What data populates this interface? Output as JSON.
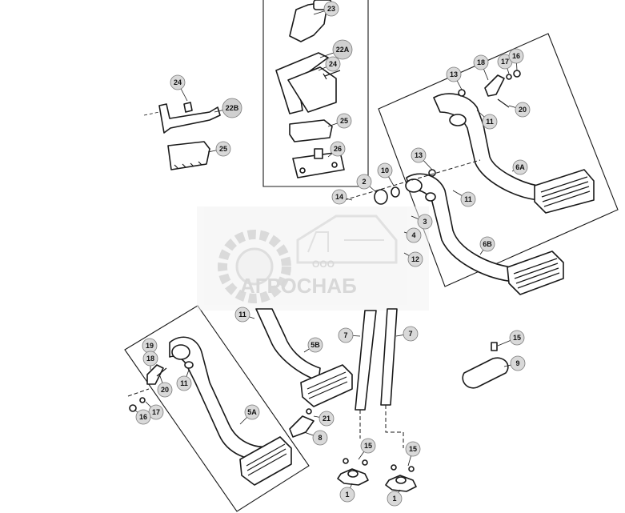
{
  "watermark": {
    "company_type": "ООО",
    "company_name": "АГРОСНАБ"
  },
  "callouts": [
    {
      "label": "23"
    },
    {
      "label": "22A"
    },
    {
      "label": "24"
    },
    {
      "label": "25"
    },
    {
      "label": "26"
    },
    {
      "label": "24"
    },
    {
      "label": "22B"
    },
    {
      "label": "25"
    },
    {
      "label": "13"
    },
    {
      "label": "18"
    },
    {
      "label": "17"
    },
    {
      "label": "16"
    },
    {
      "label": "11"
    },
    {
      "label": "20"
    },
    {
      "label": "6A"
    },
    {
      "label": "13"
    },
    {
      "label": "10"
    },
    {
      "label": "2"
    },
    {
      "label": "14"
    },
    {
      "label": "11"
    },
    {
      "label": "3"
    },
    {
      "label": "4"
    },
    {
      "label": "12"
    },
    {
      "label": "6B"
    },
    {
      "label": "11"
    },
    {
      "label": "5B"
    },
    {
      "label": "7"
    },
    {
      "label": "7"
    },
    {
      "label": "15"
    },
    {
      "label": "9"
    },
    {
      "label": "19"
    },
    {
      "label": "20"
    },
    {
      "label": "11"
    },
    {
      "label": "18"
    },
    {
      "label": "17"
    },
    {
      "label": "16"
    },
    {
      "label": "5A"
    },
    {
      "label": "21"
    },
    {
      "label": "8"
    },
    {
      "label": "15"
    },
    {
      "label": "15"
    },
    {
      "label": "1"
    },
    {
      "label": "1"
    }
  ]
}
